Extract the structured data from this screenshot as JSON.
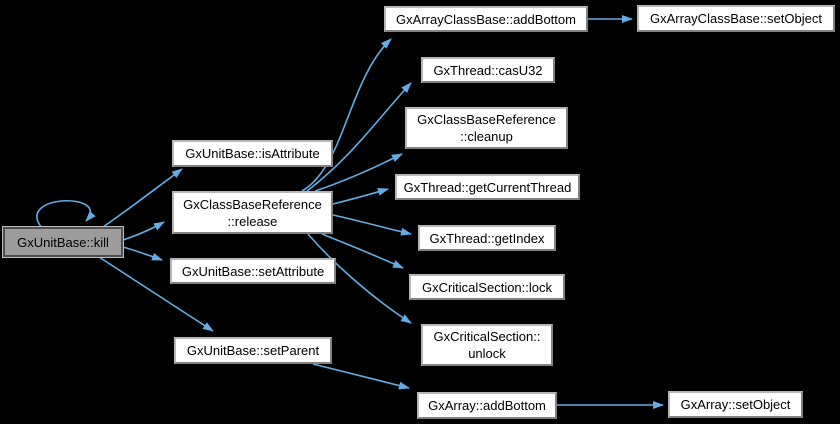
{
  "diagram": {
    "kind": "doxygen-call-graph",
    "background_color": "#000000",
    "edge_color": "#63ade6",
    "node_fill": "#ffffff",
    "node_border": "#8f8f8f",
    "highlight_fill": "#9c9c9c",
    "highlight_border": "#4f4f4f"
  },
  "nodes": {
    "kill": {
      "label": "GxUnitBase::kill",
      "highlighted": "true"
    },
    "is_attribute": {
      "label": "GxUnitBase::isAttribute"
    },
    "release": {
      "label": "GxClassBaseReference\n::release"
    },
    "set_attribute": {
      "label": "GxUnitBase::setAttribute"
    },
    "set_parent": {
      "label": "GxUnitBase::setParent"
    },
    "array_class_base_add_bottom": {
      "label": "GxArrayClassBase::addBottom"
    },
    "cas_u32": {
      "label": "GxThread::casU32"
    },
    "cleanup": {
      "label": "GxClassBaseReference\n::cleanup"
    },
    "get_current_thread": {
      "label": "GxThread::getCurrentThread"
    },
    "get_index": {
      "label": "GxThread::getIndex"
    },
    "lock": {
      "label": "GxCriticalSection::lock"
    },
    "unlock": {
      "label": "GxCriticalSection::\nunlock"
    },
    "array_add_bottom": {
      "label": "GxArray::addBottom"
    },
    "array_class_base_set_object": {
      "label": "GxArrayClassBase::setObject"
    },
    "array_set_object": {
      "label": "GxArray::setObject"
    }
  },
  "edges": [
    {
      "from": "GxUnitBase::kill",
      "to": "GxUnitBase::kill"
    },
    {
      "from": "GxUnitBase::kill",
      "to": "GxUnitBase::isAttribute"
    },
    {
      "from": "GxUnitBase::kill",
      "to": "GxClassBaseReference::release"
    },
    {
      "from": "GxUnitBase::kill",
      "to": "GxUnitBase::setAttribute"
    },
    {
      "from": "GxUnitBase::kill",
      "to": "GxUnitBase::setParent"
    },
    {
      "from": "GxClassBaseReference::release",
      "to": "GxArrayClassBase::addBottom"
    },
    {
      "from": "GxClassBaseReference::release",
      "to": "GxThread::casU32"
    },
    {
      "from": "GxClassBaseReference::release",
      "to": "GxClassBaseReference::cleanup"
    },
    {
      "from": "GxClassBaseReference::release",
      "to": "GxThread::getCurrentThread"
    },
    {
      "from": "GxClassBaseReference::release",
      "to": "GxThread::getIndex"
    },
    {
      "from": "GxClassBaseReference::release",
      "to": "GxCriticalSection::lock"
    },
    {
      "from": "GxClassBaseReference::release",
      "to": "GxCriticalSection::unlock"
    },
    {
      "from": "GxUnitBase::setParent",
      "to": "GxArray::addBottom"
    },
    {
      "from": "GxArrayClassBase::addBottom",
      "to": "GxArrayClassBase::setObject"
    },
    {
      "from": "GxArray::addBottom",
      "to": "GxArray::setObject"
    }
  ]
}
